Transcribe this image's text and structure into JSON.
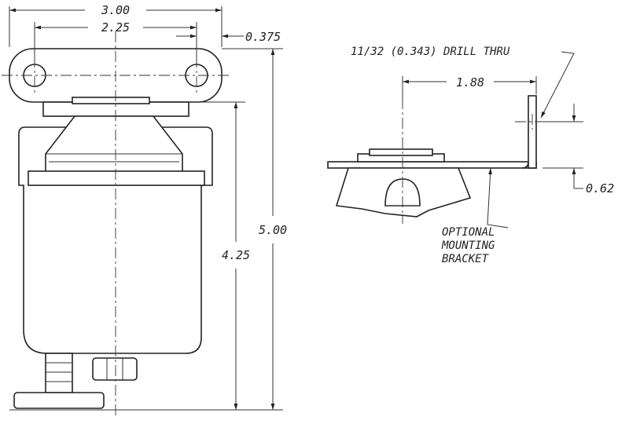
{
  "dims": {
    "overall_width": "3.00",
    "hole_spacing": "2.25",
    "tab_offset": "0.375",
    "overall_height": "5.00",
    "body_height": "4.25",
    "bracket_reach": "1.88",
    "bracket_height": "0.62"
  },
  "notes": {
    "drill": "11/32 (0.343) DRILL THRU",
    "bracket_line1": "OPTIONAL",
    "bracket_line2": "MOUNTING",
    "bracket_line3": "BRACKET"
  },
  "colors": {
    "line": "#222222",
    "background": "#ffffff"
  }
}
